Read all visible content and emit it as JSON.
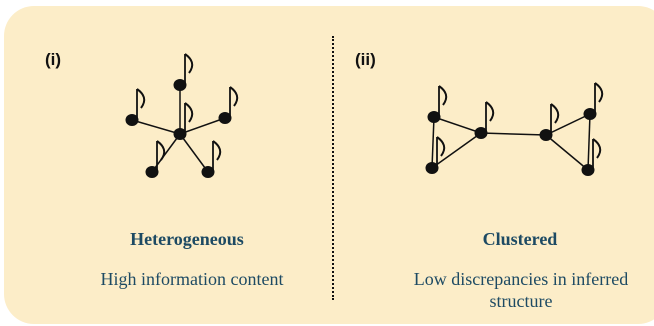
{
  "colors": {
    "panel_background": "#fcedc8",
    "text_accent": "#1d4a63",
    "node": "#111111"
  },
  "left_panel": {
    "label": "(i)",
    "title": "Heterogeneous",
    "description": "High information content",
    "node_icon": "music-note-icon"
  },
  "right_panel": {
    "label": "(ii)",
    "title": "Clustered",
    "description": "Low discrepancies in inferred structure",
    "node_icon": "music-note-icon"
  }
}
